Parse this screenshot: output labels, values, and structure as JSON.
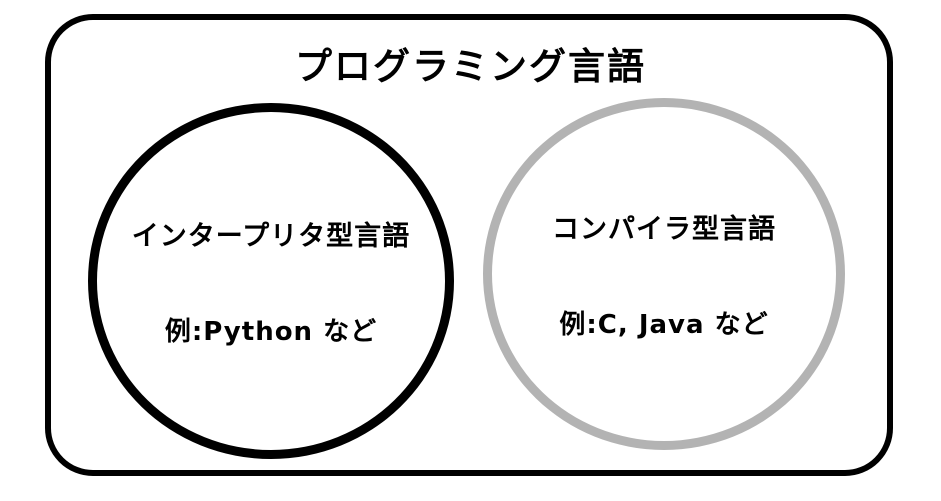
{
  "diagram": {
    "title": "プログラミング言語",
    "left_circle": {
      "label": "インタープリタ型言語",
      "example": "例:Python など",
      "border_color": "#000000"
    },
    "right_circle": {
      "label": "コンパイラ型言語",
      "example": "例:C, Java など",
      "border_color": "#b3b3b3"
    },
    "colors": {
      "outline": "#000000",
      "background": "#ffffff",
      "text": "#000000"
    }
  }
}
